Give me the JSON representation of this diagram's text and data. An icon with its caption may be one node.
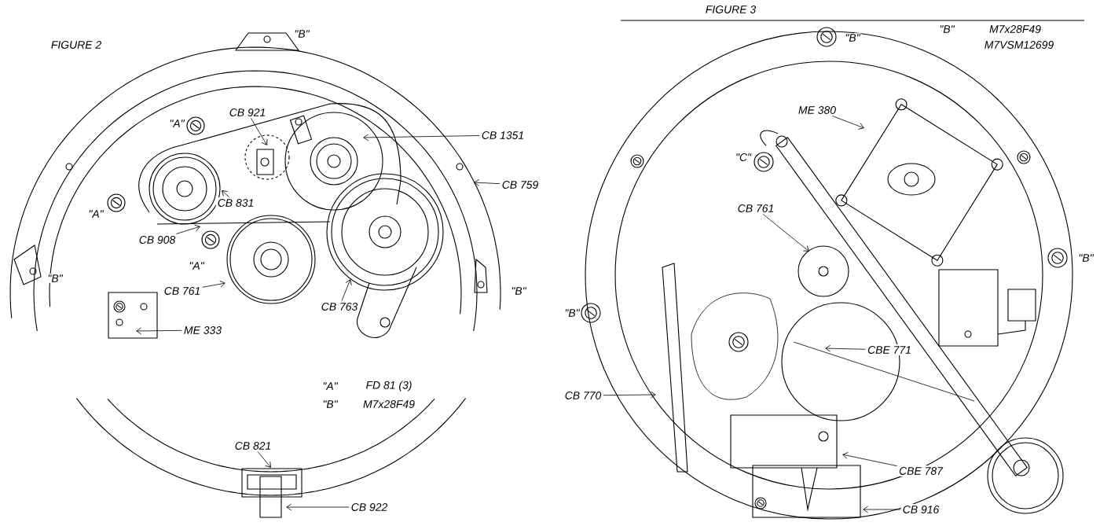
{
  "diagram": {
    "nodes": [
      {
        "text": [
          "CB 921"
        ]
      },
      {
        "text": [
          "CB 1351"
        ]
      },
      {
        "text": [
          "CB 759"
        ]
      },
      {
        "text": [
          "CB 831"
        ]
      },
      {
        "text": [
          "CB 908"
        ]
      },
      {
        "text": [
          "CB 761"
        ]
      },
      {
        "text": [
          "CB 763"
        ]
      },
      {
        "text": [
          "ME 333"
        ]
      },
      {
        "text": [
          "CB 821"
        ]
      },
      {
        "text": [
          "CB 922"
        ]
      },
      {
        "text": [
          "ME 380"
        ]
      },
      {
        "text": [
          "CB 761"
        ]
      },
      {
        "text": [
          "CBE 771"
        ]
      },
      {
        "text": [
          "CB 770"
        ]
      },
      {
        "text": [
          "CBE 787"
        ]
      },
      {
        "text": [
          "CB 916"
        ]
      }
    ],
    "edges": [
      {
        "from": 0,
        "to": null,
        "arrow": "to"
      },
      {
        "from": 1,
        "to": null,
        "arrow": "to"
      },
      {
        "from": 2,
        "to": null,
        "arrow": "to"
      },
      {
        "from": 3,
        "to": null,
        "arrow": "to"
      },
      {
        "from": 4,
        "to": null,
        "arrow": "to"
      },
      {
        "from": 5,
        "to": null,
        "arrow": "to"
      },
      {
        "from": 6,
        "to": null,
        "arrow": "to"
      },
      {
        "from": 7,
        "to": null,
        "arrow": "to"
      },
      {
        "from": 8,
        "to": null,
        "arrow": "to"
      },
      {
        "from": 9,
        "to": null,
        "arrow": "to"
      },
      {
        "from": 10,
        "to": null,
        "arrow": "to"
      },
      {
        "from": 11,
        "to": null,
        "arrow": "to"
      },
      {
        "from": 12,
        "to": null,
        "arrow": "to"
      },
      {
        "from": 13,
        "to": null,
        "arrow": "to"
      },
      {
        "from": 14,
        "to": null,
        "arrow": "to"
      },
      {
        "from": 15,
        "to": null,
        "arrow": "to"
      }
    ],
    "labels": [
      "FIGURE 2",
      "\"B\"",
      "\"A\"",
      "\"A\"",
      "\"A\"",
      "\"B\"",
      "\"B\"",
      "\"A\"",
      "FD 81 (3)",
      "\"B\"",
      "M7x28F49",
      "FIGURE 3",
      "\"B\"",
      "\"B\"",
      "M7x28F49",
      "M7VSM12699",
      "\"C\"",
      "\"B\"",
      "\"B\""
    ]
  }
}
